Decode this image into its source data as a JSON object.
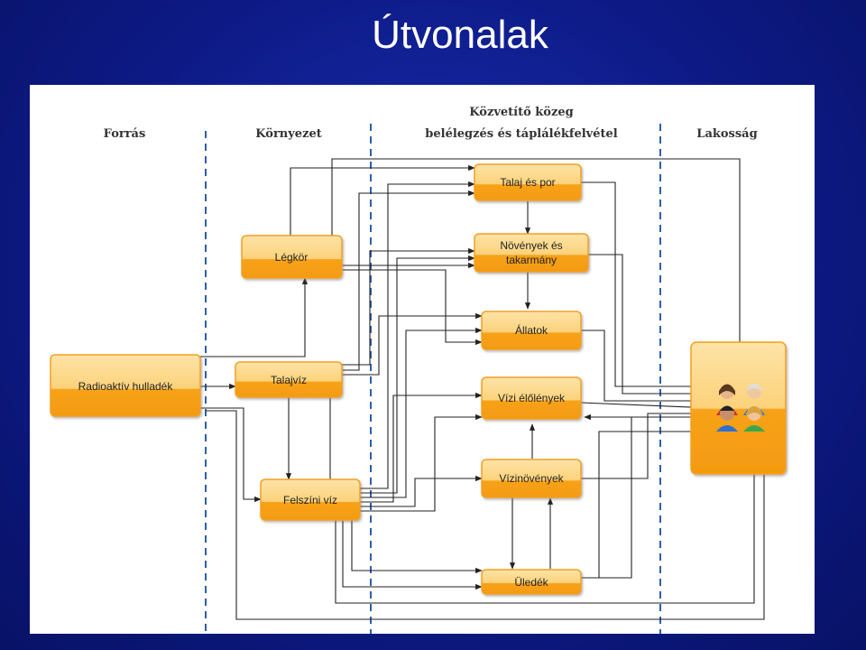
{
  "slide": {
    "title": "Útvonalak"
  },
  "columns": {
    "source": "Forrás",
    "environment": "Környezet",
    "medium_line1": "Közvetítő közeg",
    "medium_line2": "belélegzés és táplálékfelvétel",
    "population": "Lakosság"
  },
  "nodes": {
    "waste": "Radioaktív  hulladék",
    "atmosphere": "Légkör",
    "groundwater": "Talajvíz",
    "surface_water": "Felszíni víz",
    "soil_dust": "Talaj és por",
    "plants_line1": "Növények és",
    "plants_line2": "takarmány",
    "animals": "Állatok",
    "aquatic_organisms": "Vízi élőlények",
    "aquatic_plants": "Vízinövények",
    "sediment": "Üledék"
  },
  "colors": {
    "slide_bg": "#0d1a86",
    "box_fill_light": "#fcd27a",
    "box_fill_dark": "#f7a21a",
    "divider": "#2e5fa8"
  },
  "icons": [
    "people-group-icon"
  ]
}
